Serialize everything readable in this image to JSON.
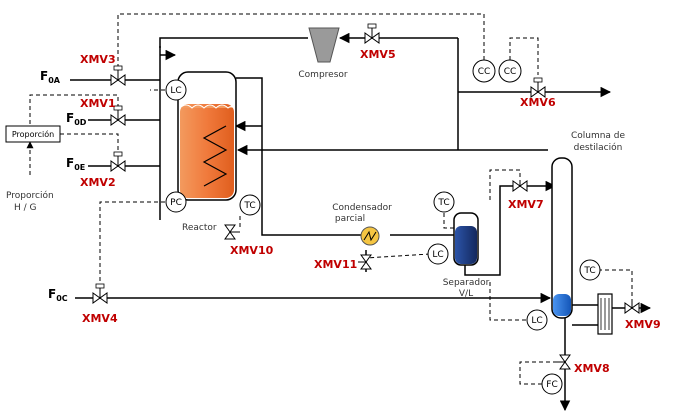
{
  "flows": {
    "F0A": {
      "main": "F",
      "sub": "0A"
    },
    "F0D": {
      "main": "F",
      "sub": "0D"
    },
    "F0E": {
      "main": "F",
      "sub": "0E"
    },
    "F0C": {
      "main": "F",
      "sub": "0C"
    }
  },
  "valves": {
    "xmv1": "XMV1",
    "xmv2": "XMV2",
    "xmv3": "XMV3",
    "xmv4": "XMV4",
    "xmv5": "XMV5",
    "xmv6": "XMV6",
    "xmv7": "XMV7",
    "xmv8": "XMV8",
    "xmv9": "XMV9",
    "xmv10": "XMV10",
    "xmv11": "XMV11"
  },
  "instruments": {
    "lc_reactor": "LC",
    "pc": "PC",
    "tc_reactor": "TC",
    "cc1": "CC",
    "cc2": "CC",
    "tc_separator": "TC",
    "lc_separator": "LC",
    "tc_column": "TC",
    "lc_column": "LC",
    "fc": "FC"
  },
  "labels": {
    "compresor": "Compresor",
    "reactor": "Reactor",
    "proportion_box": "Proporción",
    "proportion_ratio_line1": "Proporción",
    "proportion_ratio_line2": "H / G",
    "condensador_line1": "Condensador",
    "condensador_line2": "parcial",
    "separador_line1": "Separador",
    "separador_line2": "V/L",
    "columna_line1": "Columna de",
    "columna_line2": "destilación"
  },
  "colors": {
    "reactor_liquid": "#f07a3c",
    "separator_liquid": "#1f3f8a",
    "column_liquid": "#1e6fd9",
    "condenser": "#f5c542",
    "valve_label": "#c00000"
  }
}
